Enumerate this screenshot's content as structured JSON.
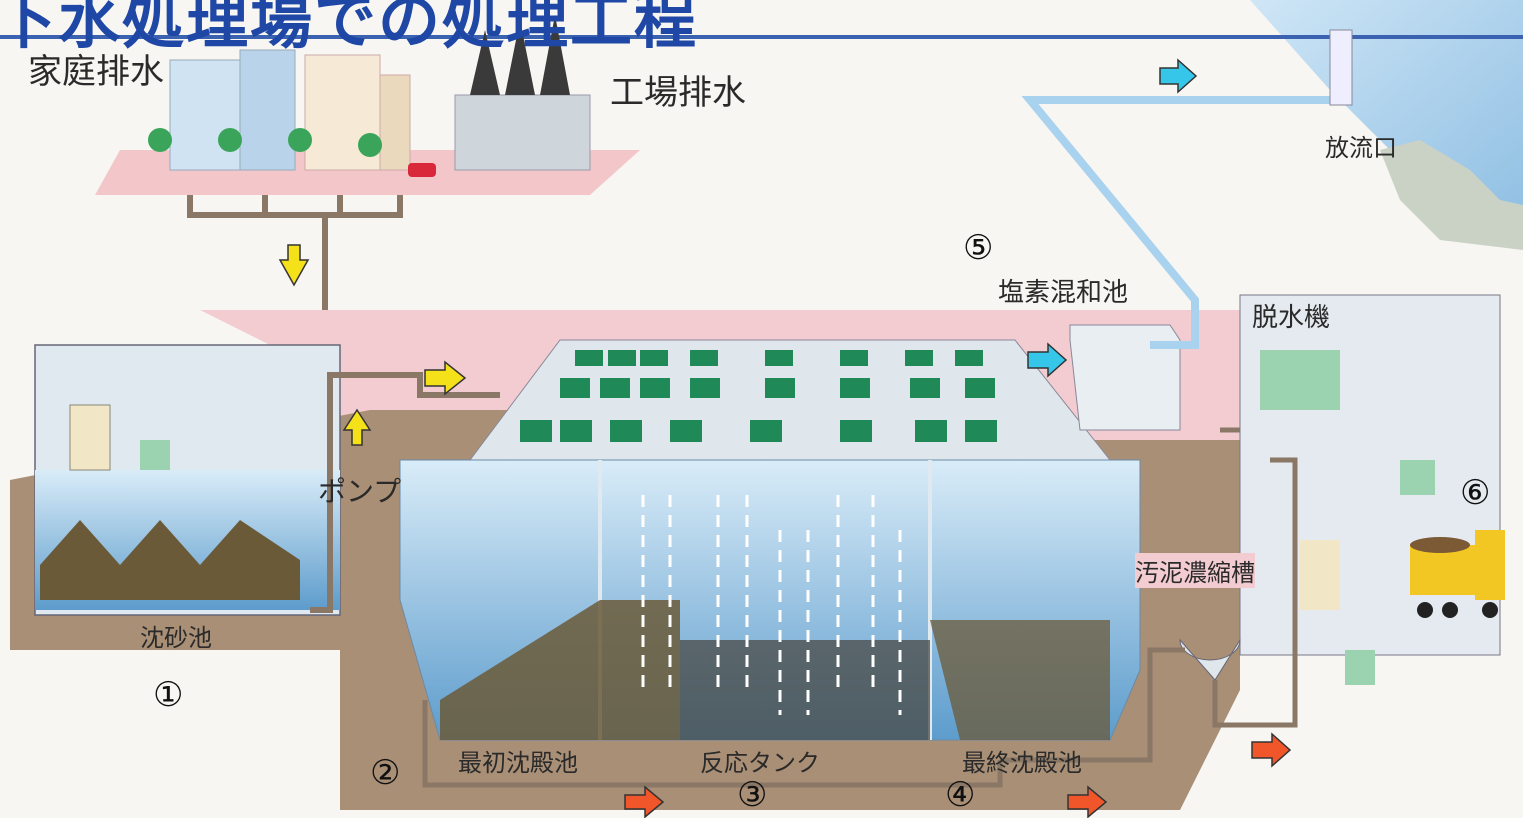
{
  "title": "下水処理場での処理工程",
  "labels": {
    "household_wastewater": "家庭排水",
    "factory_wastewater": "工場排水",
    "pump": "ポンプ",
    "grit_chamber": "沈砂池",
    "primary_sedimentation": "最初沈殿池",
    "reaction_tank": "反応タンク",
    "final_sedimentation": "最終沈殿池",
    "chlorine_mixing": "塩素混和池",
    "sludge_thickener": "汚泥濃縮槽",
    "dewatering_machine": "脱水機",
    "outfall": "放流口"
  },
  "step_numbers": {
    "n1": "①",
    "n2": "②",
    "n3": "③",
    "n4": "④",
    "n5": "⑤",
    "n6": "⑥"
  },
  "colors": {
    "title": "#1f47a5",
    "water": "#9cc6e6",
    "ground": "#a58c72",
    "pink_pad": "#f3c9cf",
    "green_panel": "#1f8a57",
    "arrow_yellow": "#f5e11a",
    "arrow_cyan": "#35c6ea",
    "arrow_orange": "#f0562a"
  }
}
